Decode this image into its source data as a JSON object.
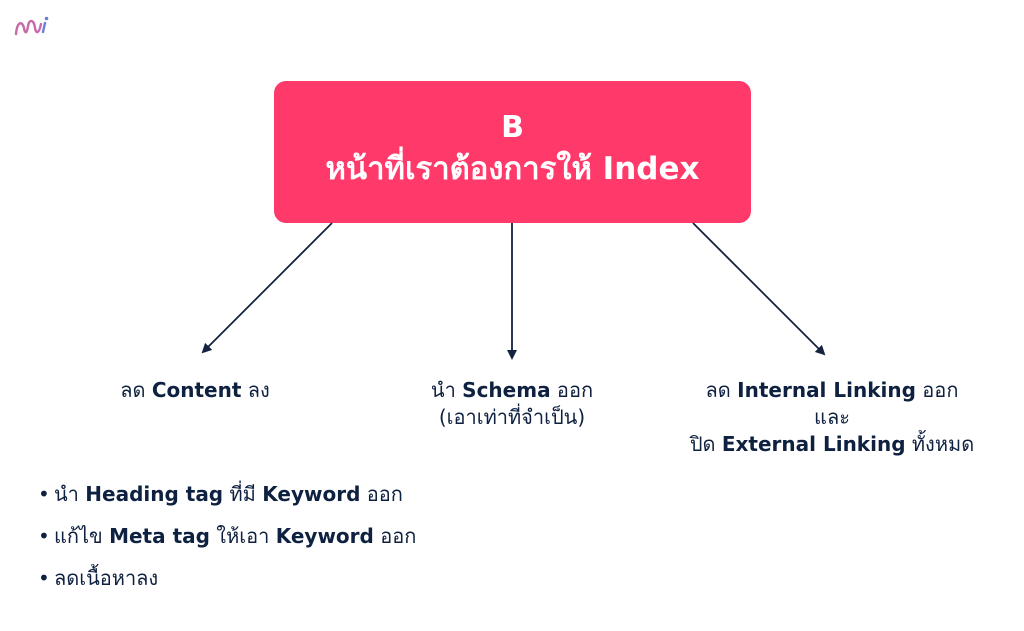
{
  "logo": {
    "icon": "brand-logo-icon",
    "colors": [
      "#c86aa8",
      "#6a7fd6"
    ]
  },
  "top_box": {
    "letter": "B",
    "title": "หน้าที่เราต้องการให้ Index",
    "color": "#ff3a6b"
  },
  "arrow_color": "#14233f",
  "nodes": {
    "left": {
      "pre": "ลด ",
      "bold": "Content",
      "post": " ลง"
    },
    "center": {
      "line1": {
        "pre": "นำ ",
        "bold": "Schema",
        "post": " ออก"
      },
      "line2": "(เอาเท่าที่จำเป็น)"
    },
    "right": {
      "line1": {
        "pre": "ลด ",
        "bold": "Internal Linking",
        "post": " ออก"
      },
      "line2": "และ",
      "line3": {
        "pre": "ปิด ",
        "bold": "External Linking",
        "post": " ทั้งหมด"
      }
    }
  },
  "bullets": {
    "marker": "•",
    "items": [
      {
        "pre": "นำ ",
        "bold": "Heading tag",
        "mid": " ที่มี ",
        "bold2": "Keyword",
        "post": " ออก"
      },
      {
        "pre": "แก้ไข ",
        "bold": "Meta tag",
        "mid": " ให้เอา ",
        "bold2": "Keyword",
        "post": " ออก"
      },
      {
        "pre": "ลดเนื้อหาลง",
        "bold": "",
        "mid": "",
        "bold2": "",
        "post": ""
      }
    ]
  }
}
